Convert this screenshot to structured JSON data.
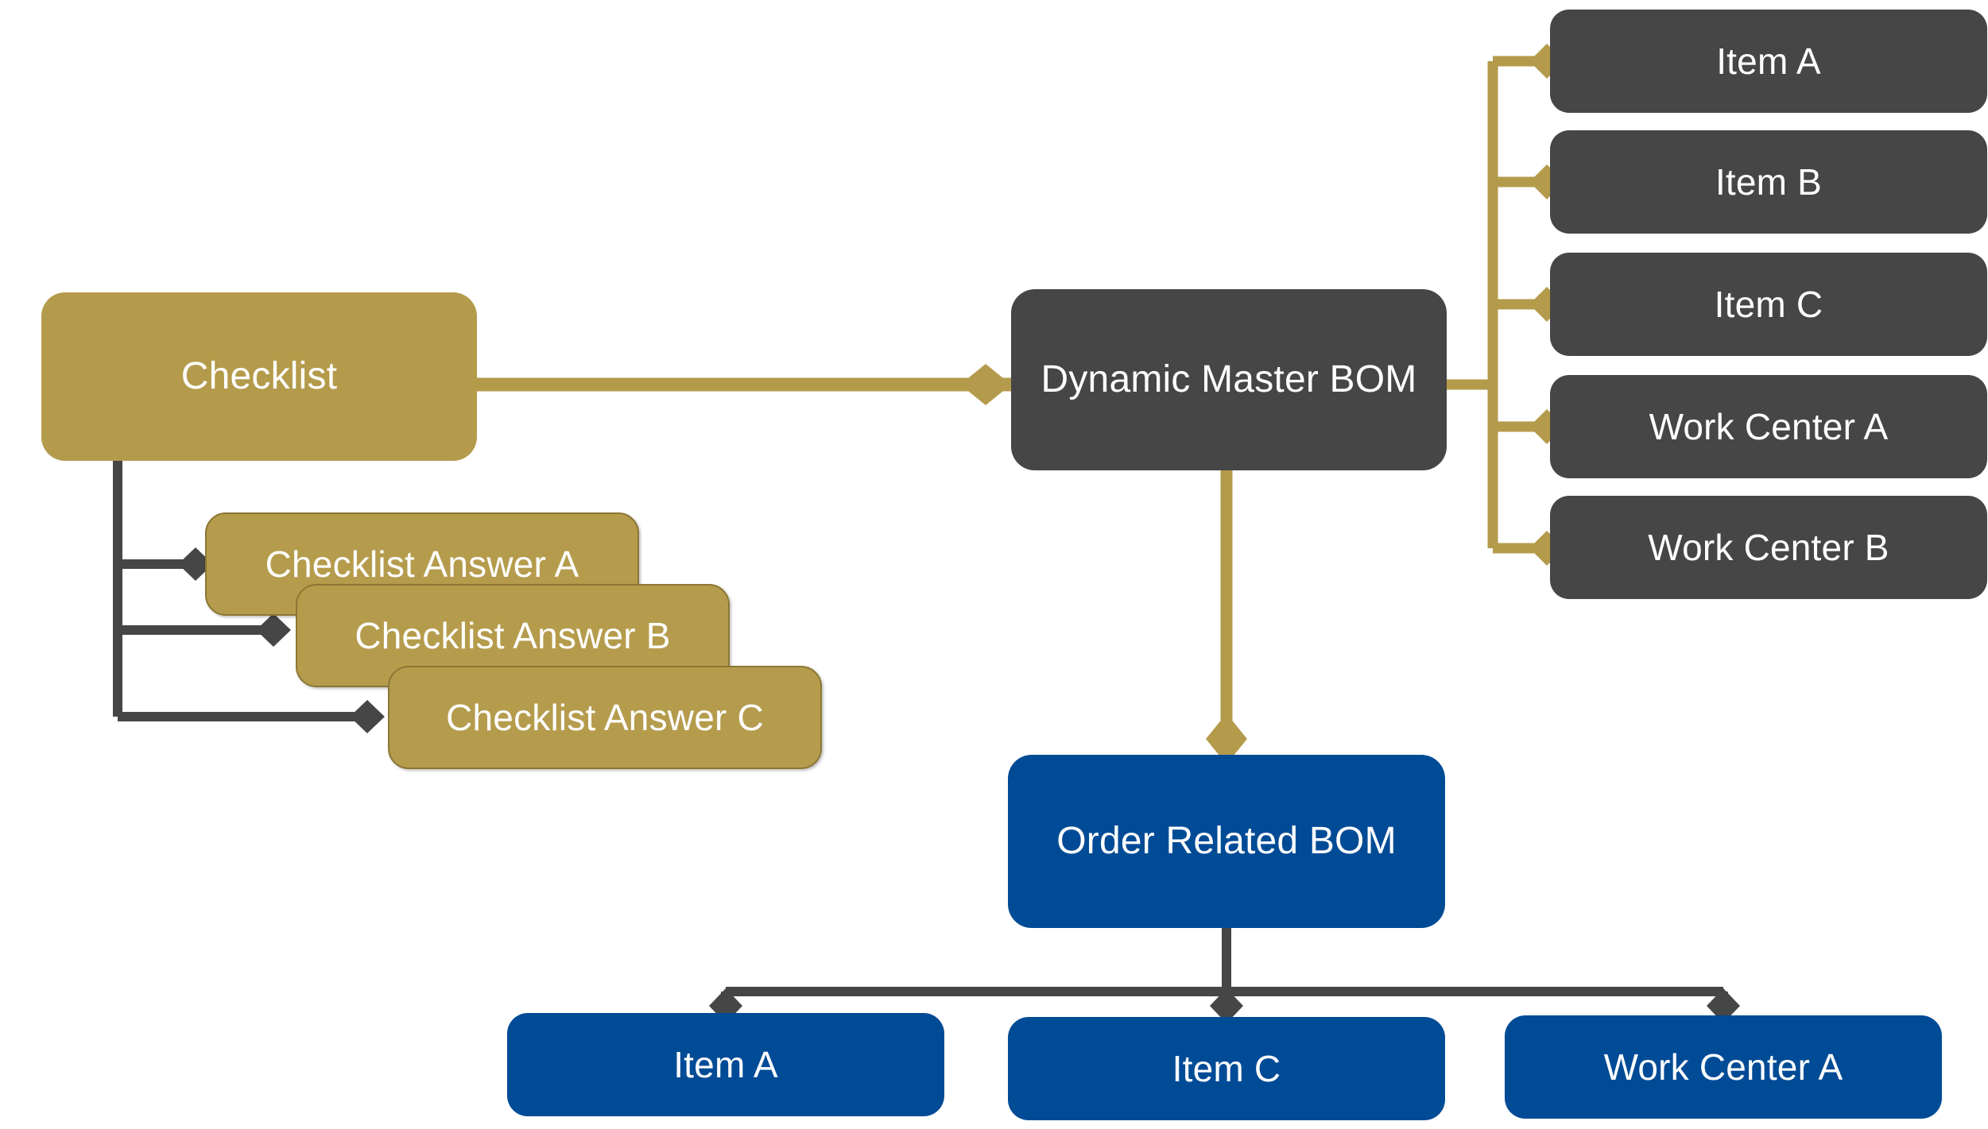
{
  "diagram": {
    "title": "Dynamic Master BOM and Order Related BOM structure",
    "background_color": "#ffffff",
    "palette": {
      "gold": "#b49b4b",
      "gold_card": "#b59c4d",
      "gold_card_border": "#8c7634",
      "dark_gray": "#464646",
      "blue": "#004b96",
      "node_text": "#ffffff"
    }
  },
  "nodes": {
    "checklist": {
      "label": "Checklist",
      "color": "#b49b4b",
      "shape": "rounded-rectangle"
    },
    "checklist_answers": [
      {
        "label": "Checklist Answer A",
        "color": "#b59c4d",
        "shape": "rounded-rectangle"
      },
      {
        "label": "Checklist Answer B",
        "color": "#b59c4d",
        "shape": "rounded-rectangle"
      },
      {
        "label": "Checklist Answer C",
        "color": "#b59c4d",
        "shape": "rounded-rectangle"
      }
    ],
    "dynamic_master_bom": {
      "label": "Dynamic Master BOM",
      "color": "#464646",
      "shape": "rounded-rectangle"
    },
    "master_children": [
      {
        "label": "Item A",
        "color": "#464646",
        "shape": "rounded-rectangle"
      },
      {
        "label": "Item B",
        "color": "#464646",
        "shape": "rounded-rectangle"
      },
      {
        "label": "Item C",
        "color": "#464646",
        "shape": "rounded-rectangle"
      },
      {
        "label": "Work Center A",
        "color": "#464646",
        "shape": "rounded-rectangle"
      },
      {
        "label": "Work Center B",
        "color": "#464646",
        "shape": "rounded-rectangle"
      }
    ],
    "order_related_bom": {
      "label": "Order Related BOM",
      "color": "#004b96",
      "shape": "rounded-rectangle"
    },
    "order_children": [
      {
        "label": "Item A",
        "color": "#004b96",
        "shape": "rounded-rectangle"
      },
      {
        "label": "Item C",
        "color": "#004b96",
        "shape": "rounded-rectangle"
      },
      {
        "label": "Work Center A",
        "color": "#004b96",
        "shape": "rounded-rectangle"
      }
    ]
  },
  "edges": [
    {
      "from": "checklist",
      "to": "dynamic_master_bom",
      "color": "#b49b4b",
      "arrow": "diamond",
      "style": "straight"
    },
    {
      "from": "checklist",
      "to": "checklist_answers[0]",
      "color": "#464646",
      "arrow": "diamond",
      "style": "elbow"
    },
    {
      "from": "checklist",
      "to": "checklist_answers[1]",
      "color": "#464646",
      "arrow": "diamond",
      "style": "elbow"
    },
    {
      "from": "checklist",
      "to": "checklist_answers[2]",
      "color": "#464646",
      "arrow": "diamond",
      "style": "elbow"
    },
    {
      "from": "dynamic_master_bom",
      "to": "master_children[0]",
      "color": "#b49b4b",
      "arrow": "diamond",
      "style": "elbow"
    },
    {
      "from": "dynamic_master_bom",
      "to": "master_children[1]",
      "color": "#b49b4b",
      "arrow": "diamond",
      "style": "elbow"
    },
    {
      "from": "dynamic_master_bom",
      "to": "master_children[2]",
      "color": "#b49b4b",
      "arrow": "diamond",
      "style": "elbow"
    },
    {
      "from": "dynamic_master_bom",
      "to": "master_children[3]",
      "color": "#b49b4b",
      "arrow": "diamond",
      "style": "elbow"
    },
    {
      "from": "dynamic_master_bom",
      "to": "master_children[4]",
      "color": "#b49b4b",
      "arrow": "diamond",
      "style": "elbow"
    },
    {
      "from": "dynamic_master_bom",
      "to": "order_related_bom",
      "color": "#b49b4b",
      "arrow": "diamond",
      "style": "straight"
    },
    {
      "from": "order_related_bom",
      "to": "order_children[0]",
      "color": "#464646",
      "arrow": "diamond",
      "style": "elbow"
    },
    {
      "from": "order_related_bom",
      "to": "order_children[1]",
      "color": "#464646",
      "arrow": "diamond",
      "style": "elbow"
    },
    {
      "from": "order_related_bom",
      "to": "order_children[2]",
      "color": "#464646",
      "arrow": "diamond",
      "style": "elbow"
    }
  ]
}
